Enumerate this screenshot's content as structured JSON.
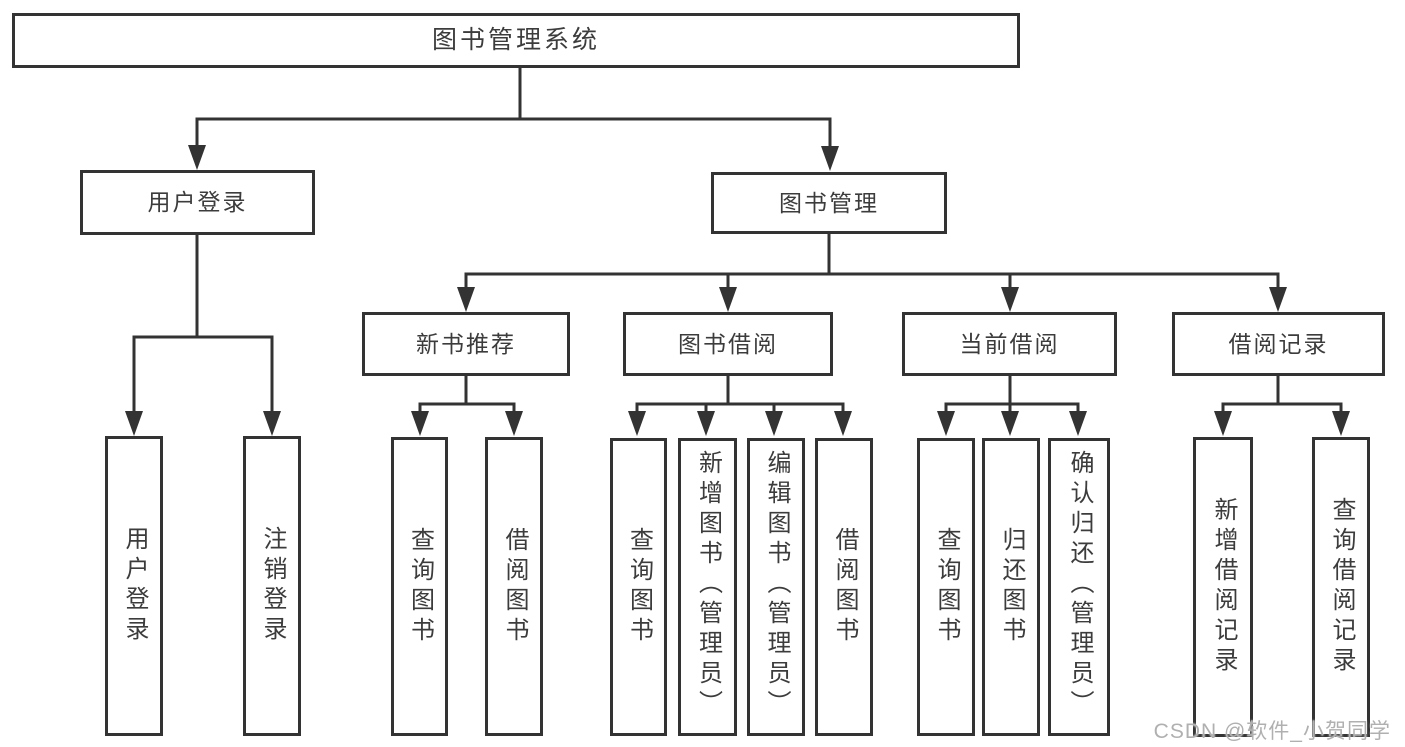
{
  "tree": {
    "root": {
      "label": "图书管理系统"
    },
    "branches": [
      {
        "label": "用户登录",
        "children": [
          {
            "label": "用户登录"
          },
          {
            "label": "注销登录"
          }
        ]
      },
      {
        "label": "图书管理",
        "children": [
          {
            "label": "新书推荐",
            "children": [
              {
                "label": "查询图书"
              },
              {
                "label": "借阅图书"
              }
            ]
          },
          {
            "label": "图书借阅",
            "children": [
              {
                "label": "查询图书"
              },
              {
                "label": "新增图书（管理员）"
              },
              {
                "label": "编辑图书（管理员）"
              },
              {
                "label": "借阅图书"
              }
            ]
          },
          {
            "label": "当前借阅",
            "children": [
              {
                "label": "查询图书"
              },
              {
                "label": "归还图书"
              },
              {
                "label": "确认归还（管理员）"
              }
            ]
          },
          {
            "label": "借阅记录",
            "children": [
              {
                "label": "新增借阅记录"
              },
              {
                "label": "查询借阅记录"
              }
            ]
          }
        ]
      }
    ]
  },
  "watermark": "CSDN @软件_小贺同学",
  "colors": {
    "line": "#333333",
    "text": "#3c3c3c",
    "background": "#ffffff",
    "watermark": "#b0b0b0"
  }
}
